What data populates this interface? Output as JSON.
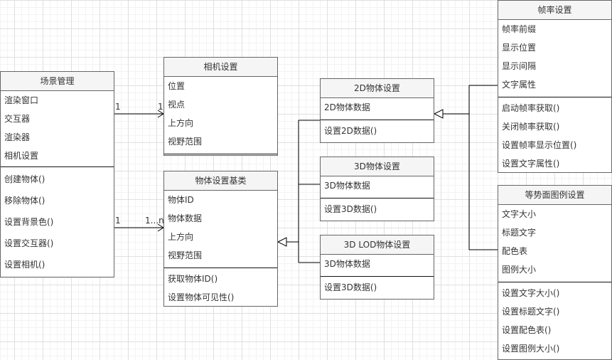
{
  "classes": {
    "scene": {
      "title": "场景管理",
      "attributes": [
        "渲染窗口",
        "交互器",
        "渲染器",
        "相机设置"
      ],
      "methods": [
        "创建物体()",
        "移除物体()",
        "设置背景色()",
        "设置交互器()",
        "设置相机()"
      ]
    },
    "camera": {
      "title": "相机设置",
      "attributes": [
        "位置",
        "视点",
        "上方向",
        "视野范围"
      ],
      "methods": []
    },
    "object_base": {
      "title": "物体设置基类",
      "attributes": [
        "物体ID",
        "物体数据",
        "上方向",
        "视野范围"
      ],
      "methods": [
        "获取物体ID()",
        "设置物体可见性()"
      ]
    },
    "object_2d": {
      "title": "2D物体设置",
      "attributes": [
        "2D物体数据"
      ],
      "methods": [
        "设置2D数据()"
      ]
    },
    "object_3d": {
      "title": "3D物体设置",
      "attributes": [
        "3D物体数据"
      ],
      "methods": [
        "设置3D数据()"
      ]
    },
    "object_3d_lod": {
      "title": "3D LOD物体设置",
      "attributes": [
        "3D物体数据"
      ],
      "methods": [
        "设置3D数据()"
      ]
    },
    "framerate": {
      "title": "帧率设置",
      "attributes": [
        "帧率前缀",
        "显示位置",
        "显示间隔",
        "文字属性"
      ],
      "methods": [
        "启动帧率获取()",
        "关闭帧率获取()",
        "设置帧率显示位置()",
        "设置文字属性()"
      ]
    },
    "legend": {
      "title": "等势面图例设置",
      "attributes": [
        "文字大小",
        "标题文字",
        "配色表",
        "图例大小"
      ],
      "methods": [
        "设置文字大小()",
        "设置标题文字()",
        "设置配色表()",
        "设置图例大小()"
      ]
    }
  },
  "associations": [
    {
      "from": "场景管理",
      "to": "相机设置",
      "source_multiplicity": "1",
      "target_multiplicity": "1"
    },
    {
      "from": "场景管理",
      "to": "物体设置基类",
      "source_multiplicity": "1",
      "target_multiplicity": "1...n"
    }
  ],
  "generalizations": [
    {
      "parent": "物体设置基类",
      "children": [
        "2D物体设置",
        "3D物体设置",
        "3D LOD物体设置"
      ]
    },
    {
      "parent": "2D物体设置",
      "children": [
        "帧率设置",
        "等势面图例设置"
      ]
    }
  ]
}
